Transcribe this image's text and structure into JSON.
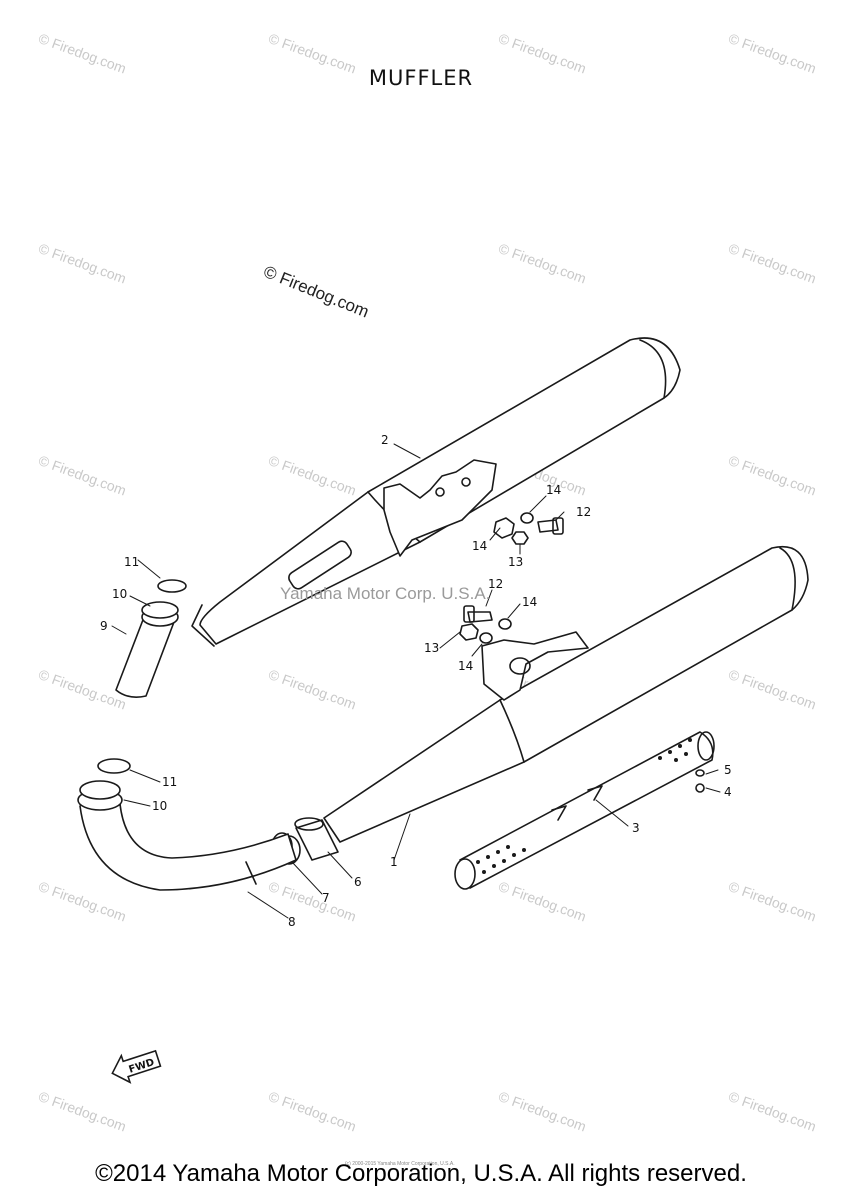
{
  "title": "MUFFLER",
  "watermark_hand": "© Firedog.com",
  "watermark_center": "Yamaha Motor Corp. U.S.A.",
  "watermark_tile": "© Firedog.com",
  "fwd_label": "FWD",
  "footer": "©2014 Yamaha Motor Corporation, U.S.A. All rights reserved.",
  "footer_small": "(c) 2000-2015 Yamaha Motor Corporation, U.S.A.",
  "parts": {
    "p1": "1",
    "p2": "2",
    "p3": "3",
    "p4": "4",
    "p5": "5",
    "p6": "6",
    "p7": "7",
    "p8": "8",
    "p9": "9",
    "p10a": "10",
    "p10b": "10",
    "p11a": "11",
    "p11b": "11",
    "p12a": "12",
    "p12b": "12",
    "p13a": "13",
    "p13b": "13",
    "p14a": "14",
    "p14b": "14",
    "p14c": "14",
    "p14d": "14"
  }
}
